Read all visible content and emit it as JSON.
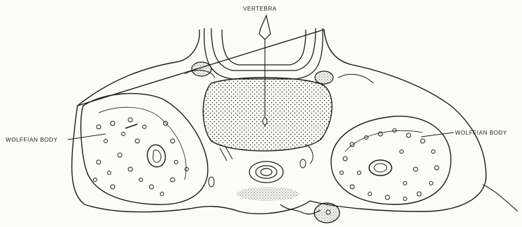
{
  "labels": {
    "vertebra": "VERTEBRA",
    "wolffian_left": "WOLFFIAN BODY",
    "wolffian_right": "WOLFFIAN BODY"
  },
  "colors": {
    "ink": "#1d1d1d",
    "paper": "#fbfbf9"
  }
}
